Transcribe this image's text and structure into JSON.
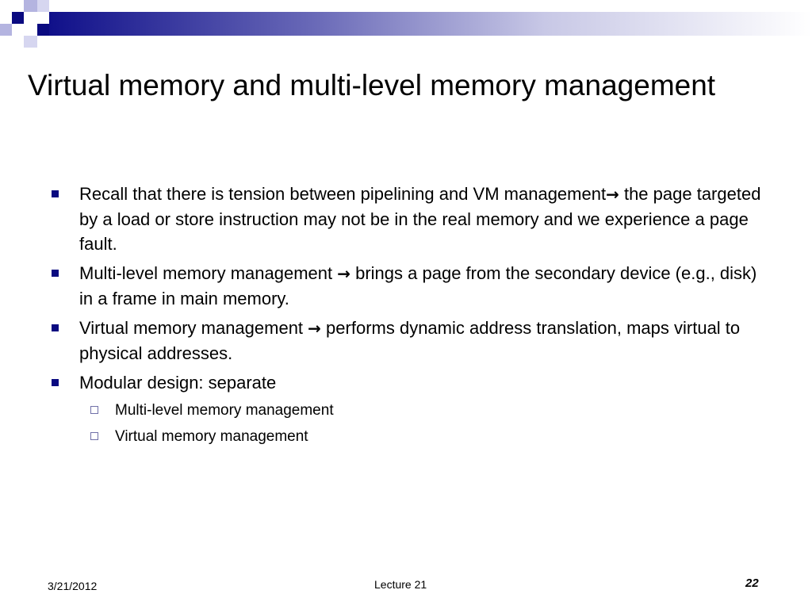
{
  "header": {
    "title": "Virtual memory and multi-level memory management"
  },
  "body": {
    "bullets": [
      {
        "before": "Recall that there is tension between pipelining and VM management",
        "arrow": "→",
        "after": " the page targeted by a load or store instruction may not be in the real memory and we experience a page fault."
      },
      {
        "before": "Multi-level memory management ",
        "arrow": "→",
        "after": " brings a page from the secondary device (e.g., disk) in a frame in main memory."
      },
      {
        "before": "Virtual memory management ",
        "arrow": "→",
        "after": " performs dynamic address translation, maps virtual to physical addresses."
      },
      {
        "text": "Modular design: separate",
        "sub_items": [
          "Multi-level memory management",
          "Virtual memory management"
        ]
      }
    ]
  },
  "footer": {
    "date": "3/21/2012",
    "center": "Lecture 21",
    "page_number": "22"
  },
  "colors": {
    "accent_navy": "#0a0a80",
    "accent_lavender": "#b4b4e0"
  },
  "icons": {
    "bullet": "filled-square-icon",
    "sub_bullet": "hollow-square-icon"
  }
}
